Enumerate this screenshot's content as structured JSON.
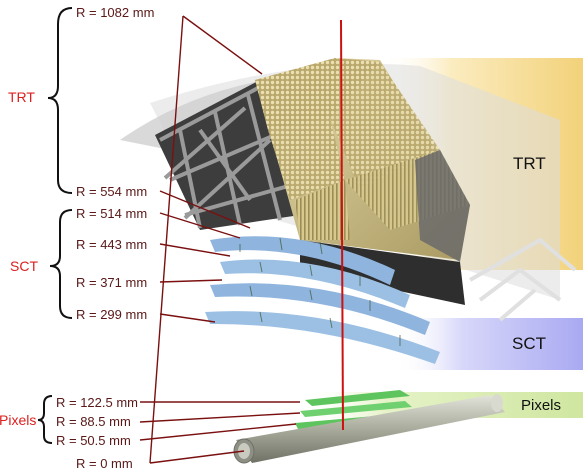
{
  "diagram": {
    "groups": {
      "trt": "TRT",
      "sct": "SCT",
      "pixels": "Pixels"
    },
    "radii": {
      "trt_outer": "R = 1082 mm",
      "trt_inner": "R = 554 mm",
      "sct_4": "R = 514 mm",
      "sct_3": "R = 443 mm",
      "sct_2": "R = 371 mm",
      "sct_1": "R = 299 mm",
      "pix_3": "R = 122.5 mm",
      "pix_2": "R = 88.5 mm",
      "pix_1": "R = 50.5 mm",
      "beam": "R = 0 mm"
    },
    "region_labels": {
      "trt": "TRT",
      "sct": "SCT",
      "pixels": "Pixels"
    }
  },
  "colors": {
    "group_label": "#dd1e1e",
    "radius_label": "#5a1818",
    "leader_line": "#7a1010",
    "trt_band": "#f2d27a",
    "sct_band": "#a9a9f2",
    "pixel_band": "#cfe6a0",
    "trt_straw": "#d2c089",
    "sct_module": "#8fb4de",
    "pixel_module": "#5ec45e",
    "beam_pipe": "#b0b2a4"
  }
}
